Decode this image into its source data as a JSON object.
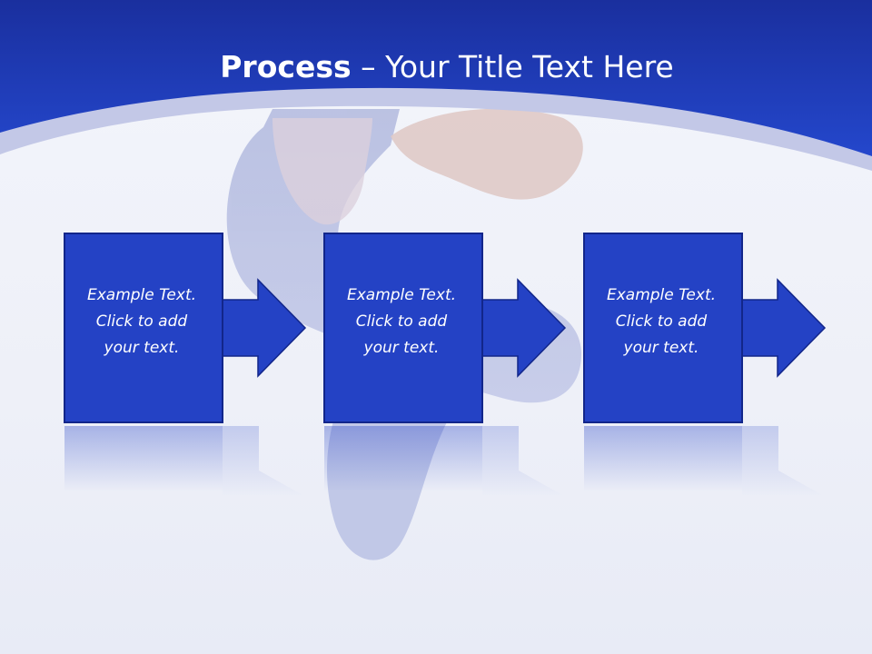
{
  "slide": {
    "title_strong": "Process",
    "title_rest": " – Your Title Text Here"
  },
  "steps": [
    {
      "lines": [
        "Example Text.",
        "Click  to add",
        "your text."
      ]
    },
    {
      "lines": [
        "Example Text.",
        "Click  to add",
        "your text."
      ]
    },
    {
      "lines": [
        "Example Text.",
        "Click  to add",
        "your text."
      ]
    }
  ],
  "colors": {
    "header_blue": "#1c37b4",
    "box_fill": "#2442c5",
    "box_border": "#12268a",
    "swoosh": "#c3c8e7"
  }
}
